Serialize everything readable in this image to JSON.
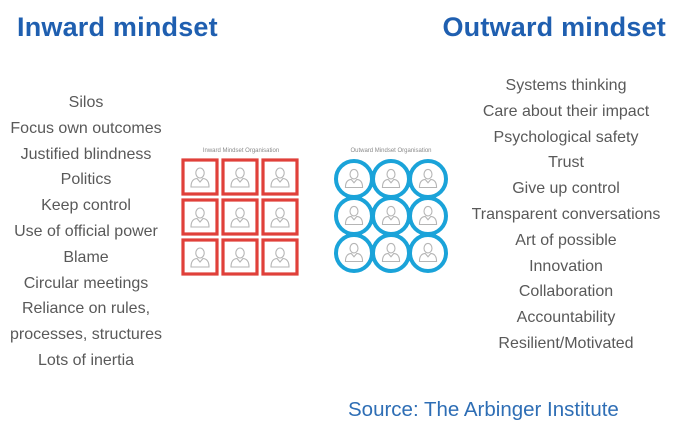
{
  "inward": {
    "title": "Inward mindset",
    "caption": "Inward Mindset Organisation",
    "items": [
      "Silos",
      "Focus own outcomes",
      "Justified blindness",
      "Politics",
      "Keep control",
      "Use of official power",
      "Blame",
      "Circular meetings",
      "Reliance on rules,",
      "processes, structures",
      "Lots of inertia"
    ]
  },
  "outward": {
    "title": "Outward mindset",
    "caption": "Outward Mindset Organisation",
    "items": [
      "Systems thinking",
      "Care about their impact",
      "Psychological safety",
      "Trust",
      "Give up control",
      "Transparent conversations",
      "Art of possible",
      "Innovation",
      "Collaboration",
      "Accountability",
      "Resilient/Motivated"
    ]
  },
  "source": "Source: The Arbinger Institute",
  "colors": {
    "title": "#1f5fb0",
    "inward_box": "#e0403a",
    "outward_circle": "#1aa3d9",
    "person": "#b5b5b5",
    "source": "#2e6eb5"
  },
  "icons": {
    "person": "person-icon"
  }
}
